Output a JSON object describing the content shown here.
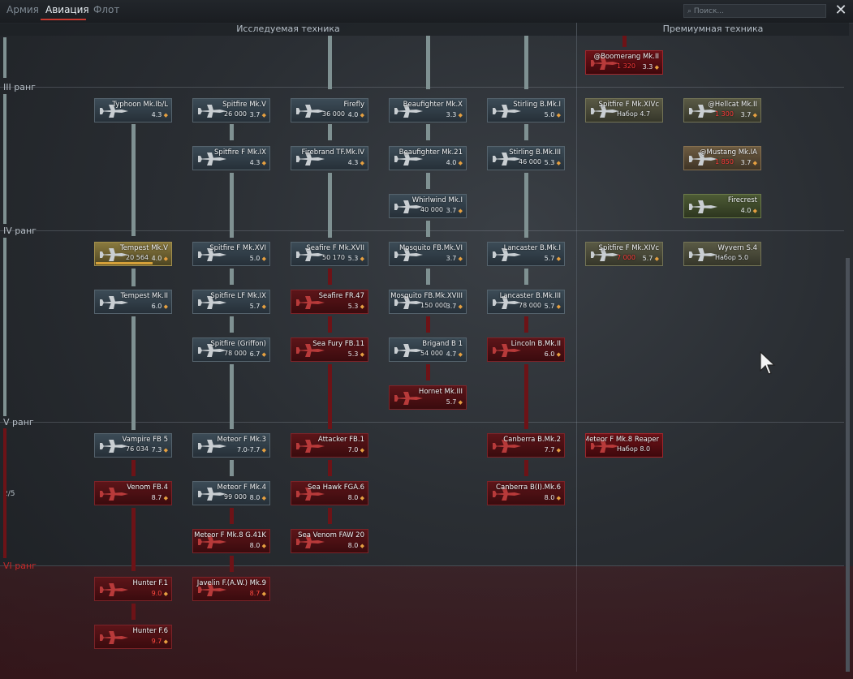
{
  "tabs": [
    {
      "label": "Армия"
    },
    {
      "label": "Авиация"
    },
    {
      "label": "Флот"
    }
  ],
  "search": {
    "placeholder": "⌕ Поиск..."
  },
  "headers": {
    "researched": "Исследуемая техника",
    "premium": "Премиумная техника"
  },
  "ranks": {
    "r3": "III ранг",
    "r4": "IV ранг",
    "r5": "V ранг",
    "r6": "VI ранг",
    "frag": "2/5"
  },
  "vehicles": [
    {
      "id": "typhoon",
      "name": "Typhoon Mk.Ib/L",
      "cost": "",
      "br": "4.3",
      "state": "researched"
    },
    {
      "id": "spitfire5",
      "name": "Spitfire Mk.V",
      "cost": "26 000",
      "br": "3.7",
      "state": "researched"
    },
    {
      "id": "firefly",
      "name": "Firefly",
      "cost": "36 000",
      "br": "4.0",
      "state": "researched"
    },
    {
      "id": "beau10",
      "name": "Beaufighter Mk.X",
      "cost": "",
      "br": "3.3",
      "state": "researched"
    },
    {
      "id": "stirling1",
      "name": "Stirling B.Mk.I",
      "cost": "",
      "br": "5.0",
      "state": "researched"
    },
    {
      "id": "spitfire9",
      "name": "Spitfire F Mk.IX",
      "cost": "",
      "br": "4.3",
      "state": "researched"
    },
    {
      "id": "firebrand",
      "name": "Firebrand TF.Mk.IV",
      "cost": "",
      "br": "4.3",
      "state": "researched"
    },
    {
      "id": "beau21",
      "name": "Beaufighter Mk.21",
      "cost": "",
      "br": "4.0",
      "state": "researched"
    },
    {
      "id": "stirling3",
      "name": "Stirling B.Mk.III",
      "cost": "46 000",
      "br": "5.3",
      "state": "researched"
    },
    {
      "id": "whirlwind",
      "name": "Whirlwind Mk.I",
      "cost": "40 000",
      "br": "3.7",
      "state": "researched"
    },
    {
      "id": "tempest5",
      "name": "Tempest Mk.V",
      "cost": "20 564",
      "br": "4.0",
      "state": "researching"
    },
    {
      "id": "spitfire16",
      "name": "Spitfire F Mk.XVI",
      "cost": "",
      "br": "5.0",
      "state": "researched"
    },
    {
      "id": "seafire17",
      "name": "Seafire F Mk.XVII",
      "cost": "50 170",
      "br": "5.3",
      "state": "researched"
    },
    {
      "id": "mosq6",
      "name": "Mosquito FB.Mk.VI",
      "cost": "",
      "br": "3.7",
      "state": "researched"
    },
    {
      "id": "lanc1",
      "name": "Lancaster B.Mk.I",
      "cost": "",
      "br": "5.7",
      "state": "researched"
    },
    {
      "id": "tempest2",
      "name": "Tempest Mk.II",
      "cost": "",
      "br": "6.0",
      "state": "researched"
    },
    {
      "id": "spitlf9",
      "name": "Spitfire LF Mk.IX",
      "cost": "",
      "br": "5.7",
      "state": "researched"
    },
    {
      "id": "seafire47",
      "name": "Seafire FR.47",
      "cost": "",
      "br": "5.3",
      "state": "locked"
    },
    {
      "id": "mosq18",
      "name": "Mosquito FB.Mk.XVIII",
      "cost": "150 000",
      "br": "3.7",
      "state": "researched"
    },
    {
      "id": "lanc3",
      "name": "Lancaster B.Mk.III",
      "cost": "78 000",
      "br": "5.7",
      "state": "researched"
    },
    {
      "id": "spitgriffon",
      "name": "Spitfire (Griffon)",
      "cost": "78 000",
      "br": "6.7",
      "state": "researched"
    },
    {
      "id": "seafury",
      "name": "Sea Fury FB.11",
      "cost": "",
      "br": "5.3",
      "state": "locked"
    },
    {
      "id": "brigand",
      "name": "Brigand B 1",
      "cost": "54 000",
      "br": "4.7",
      "state": "researched"
    },
    {
      "id": "lincoln",
      "name": "Lincoln B.Mk.II",
      "cost": "",
      "br": "6.0",
      "state": "locked"
    },
    {
      "id": "hornet",
      "name": "Hornet Mk.III",
      "cost": "",
      "br": "5.7",
      "state": "locked"
    },
    {
      "id": "vampire",
      "name": "Vampire FB 5",
      "cost": "76 034",
      "br": "7.3",
      "state": "researched"
    },
    {
      "id": "meteor3",
      "name": "Meteor F Mk.3",
      "cost": "",
      "br": "7.0-7.7",
      "state": "researched"
    },
    {
      "id": "attacker",
      "name": "Attacker FB.1",
      "cost": "",
      "br": "7.0",
      "state": "locked"
    },
    {
      "id": "canberra2",
      "name": "Canberra B.Mk.2",
      "cost": "",
      "br": "7.7",
      "state": "locked"
    },
    {
      "id": "venom",
      "name": "Venom FB.4",
      "cost": "",
      "br": "8.7",
      "state": "locked"
    },
    {
      "id": "meteor4",
      "name": "Meteor F Mk.4",
      "cost": "99 000",
      "br": "8.0",
      "state": "researched"
    },
    {
      "id": "seahawk",
      "name": "Sea Hawk FGA.6",
      "cost": "",
      "br": "8.0",
      "state": "locked"
    },
    {
      "id": "canberrab",
      "name": "Canberra B(I).Mk.6",
      "cost": "",
      "br": "8.0",
      "state": "locked"
    },
    {
      "id": "meteor8g",
      "name": "Meteor F Mk.8 G.41K",
      "cost": "",
      "br": "8.0",
      "state": "locked"
    },
    {
      "id": "seavenom",
      "name": "Sea Venom FAW 20",
      "cost": "",
      "br": "8.0",
      "state": "locked"
    },
    {
      "id": "hunter1",
      "name": "Hunter F.1",
      "cost": "",
      "br": "9.0",
      "state": "locked"
    },
    {
      "id": "javelin",
      "name": "Javelin F.(A.W.) Mk.9",
      "cost": "",
      "br": "8.7",
      "state": "locked"
    },
    {
      "id": "hunter6",
      "name": "Hunter F.6",
      "cost": "",
      "br": "9.7",
      "state": "locked"
    }
  ],
  "premium": [
    {
      "id": "boomerang",
      "name": "@Boomerang Mk.II",
      "cost": "1 320",
      "br": "3.3"
    },
    {
      "id": "spit14c",
      "name": "Spitfire F Mk.XIVc",
      "cost": "Набор 4.7",
      "br": ""
    },
    {
      "id": "hellcat",
      "name": "@Hellcat Mk.II",
      "cost": "1 300",
      "br": "3.7"
    },
    {
      "id": "mustang",
      "name": "@Mustang Mk.IA",
      "cost": "1 850",
      "br": "3.7"
    },
    {
      "id": "firecrest",
      "name": "Firecrest",
      "cost": "",
      "br": "4.0"
    },
    {
      "id": "spit14e",
      "name": "Spitfire F Mk.XIVc",
      "cost": "7 000",
      "br": "5.7"
    },
    {
      "id": "wyvern",
      "name": "Wyvern S.4",
      "cost": "Набор 5.0",
      "br": ""
    },
    {
      "id": "meteorreaper",
      "name": "Meteor F Mk.8 Reaper",
      "cost": "Набор 8.0",
      "br": ""
    }
  ],
  "colors": {
    "accent": "#c8392f",
    "researched": "#3c4c57",
    "locked": "#5d1519",
    "premium_red": "#6e1218",
    "rank6": "#c42a2a"
  }
}
